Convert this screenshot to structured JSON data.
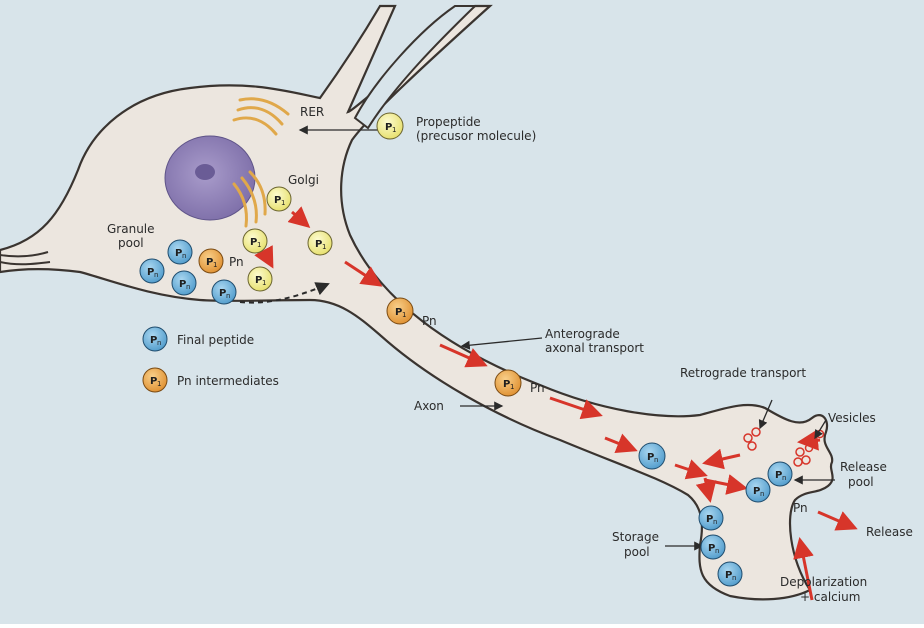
{
  "colors": {
    "background": "#d8e4ea",
    "cell_fill": "#ece6df",
    "membrane": "#3a3430",
    "nucleus": "#8d7fb5",
    "rer_golgi": "#e0a84a",
    "propeptide": "#f3ee8e",
    "intermediate": "#eca64b",
    "final": "#6fb3dc",
    "arrow": "#d7352a"
  },
  "icons": {
    "propeptide": "circle-p1-yellow",
    "intermediate": "circle-p1-orange",
    "final": "circle-pn-blue"
  },
  "labels": {
    "rer": "RER",
    "golgi": "Golgi",
    "propeptide_line1": "Propeptide",
    "propeptide_line2": "(precusor molecule)",
    "granule_line1": "Granule",
    "granule_line2": "pool",
    "anterograde_line1": "Anterograde",
    "anterograde_line2": "axonal transport",
    "axon": "Axon",
    "retrograde": "Retrograde transport",
    "vesicles": "Vesicles",
    "release_pool_line1": "Release",
    "release_pool_line2": "pool",
    "release": "Release",
    "storage_line1": "Storage",
    "storage_line2": "pool",
    "depolarization_line1": "Depolarization",
    "depolarization_line2": "+ calcium",
    "pn_label": "Pn",
    "legend_final": "Final peptide",
    "legend_intermediates": "Pn intermediates"
  },
  "markers": {
    "p1": "P",
    "p1_sub": "1",
    "pn": "P",
    "pn_sub": "n"
  }
}
